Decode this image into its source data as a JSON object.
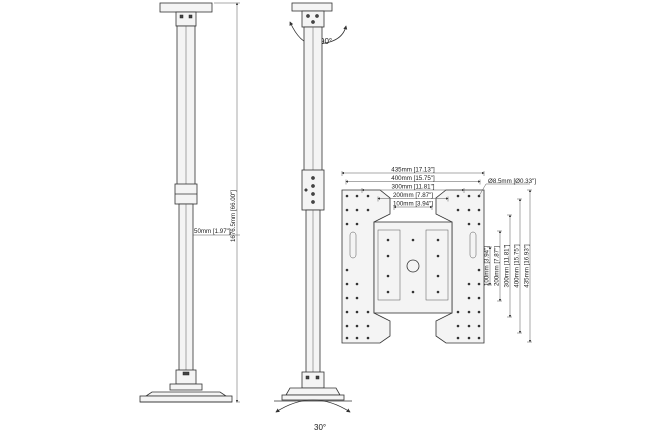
{
  "front_view": {
    "height_label": "1676.5mm [66.00\"]",
    "width_label": "50mm [1.97\"]"
  },
  "side_view": {
    "top_rotation": "90°",
    "bottom_rotation": "30°"
  },
  "plate_view": {
    "hole_label": "Ø8.5mm [Ø0.33\"]",
    "horizontal": [
      "435mm [17.13\"]",
      "400mm [15.75\"]",
      "300mm [11.81\"]",
      "200mm [7.87\"]",
      "100mm [3.94\"]"
    ],
    "vertical": [
      "100mm [3.94\"]",
      "200mm [7.87\"]",
      "300mm [11.81\"]",
      "400mm [15.75\"]",
      "435mm [16.93\"]"
    ]
  }
}
